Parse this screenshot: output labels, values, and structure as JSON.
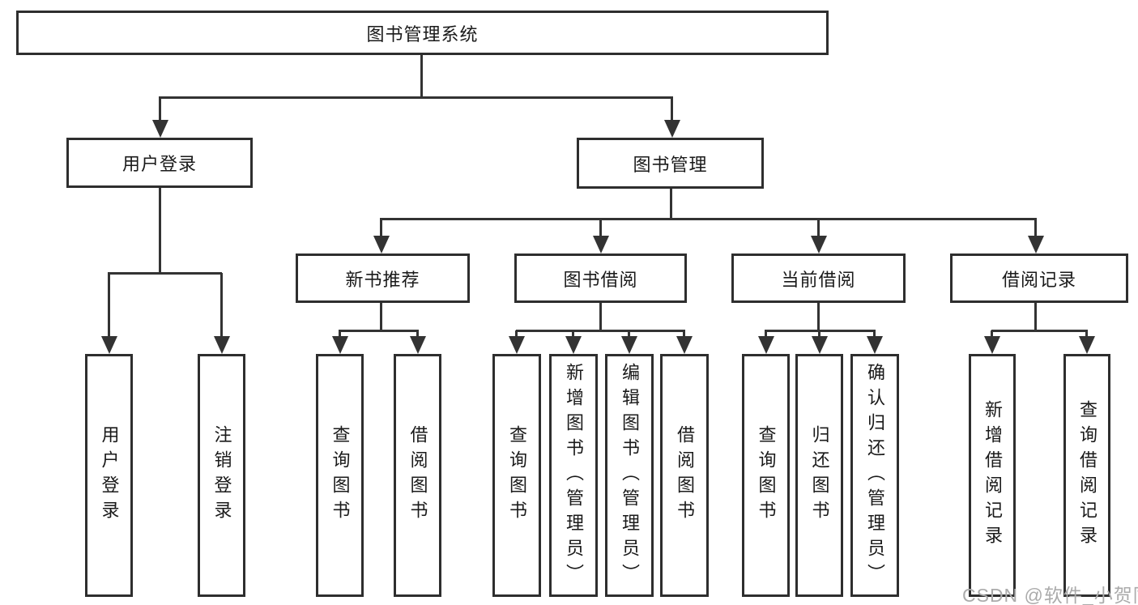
{
  "diagram": {
    "title": "图书管理系统",
    "nodes": {
      "root": "图书管理系统",
      "user_login": "用户登录",
      "book_management": "图书管理",
      "new_book_recommend": "新书推荐",
      "book_borrowing": "图书借阅",
      "current_borrowing": "当前借阅",
      "borrow_records": "借阅记录",
      "leaf_user_login": "用户登录",
      "leaf_logout": "注销登录",
      "leaf_query_books_recommend": "查询图书",
      "leaf_borrow_books_recommend": "借阅图书",
      "leaf_query_books_borrowing": "查询图书",
      "leaf_add_book_admin": "新增图书（管理员）",
      "leaf_edit_book_admin": "编辑图书（管理员）",
      "leaf_borrow_books_borrowing": "借阅图书",
      "leaf_query_books_current": "查询图书",
      "leaf_return_book": "归还图书",
      "leaf_confirm_return_admin": "确认归还（管理员）",
      "leaf_add_borrow_record": "新增借阅记录",
      "leaf_query_borrow_record": "查询借阅记录"
    },
    "colors": {
      "line": "#333333",
      "border": "#2e2e2e",
      "text": "#1a1a1a",
      "background": "#ffffff",
      "watermark": "#ababab"
    }
  },
  "watermark": "CSDN @软件_小贺同学"
}
